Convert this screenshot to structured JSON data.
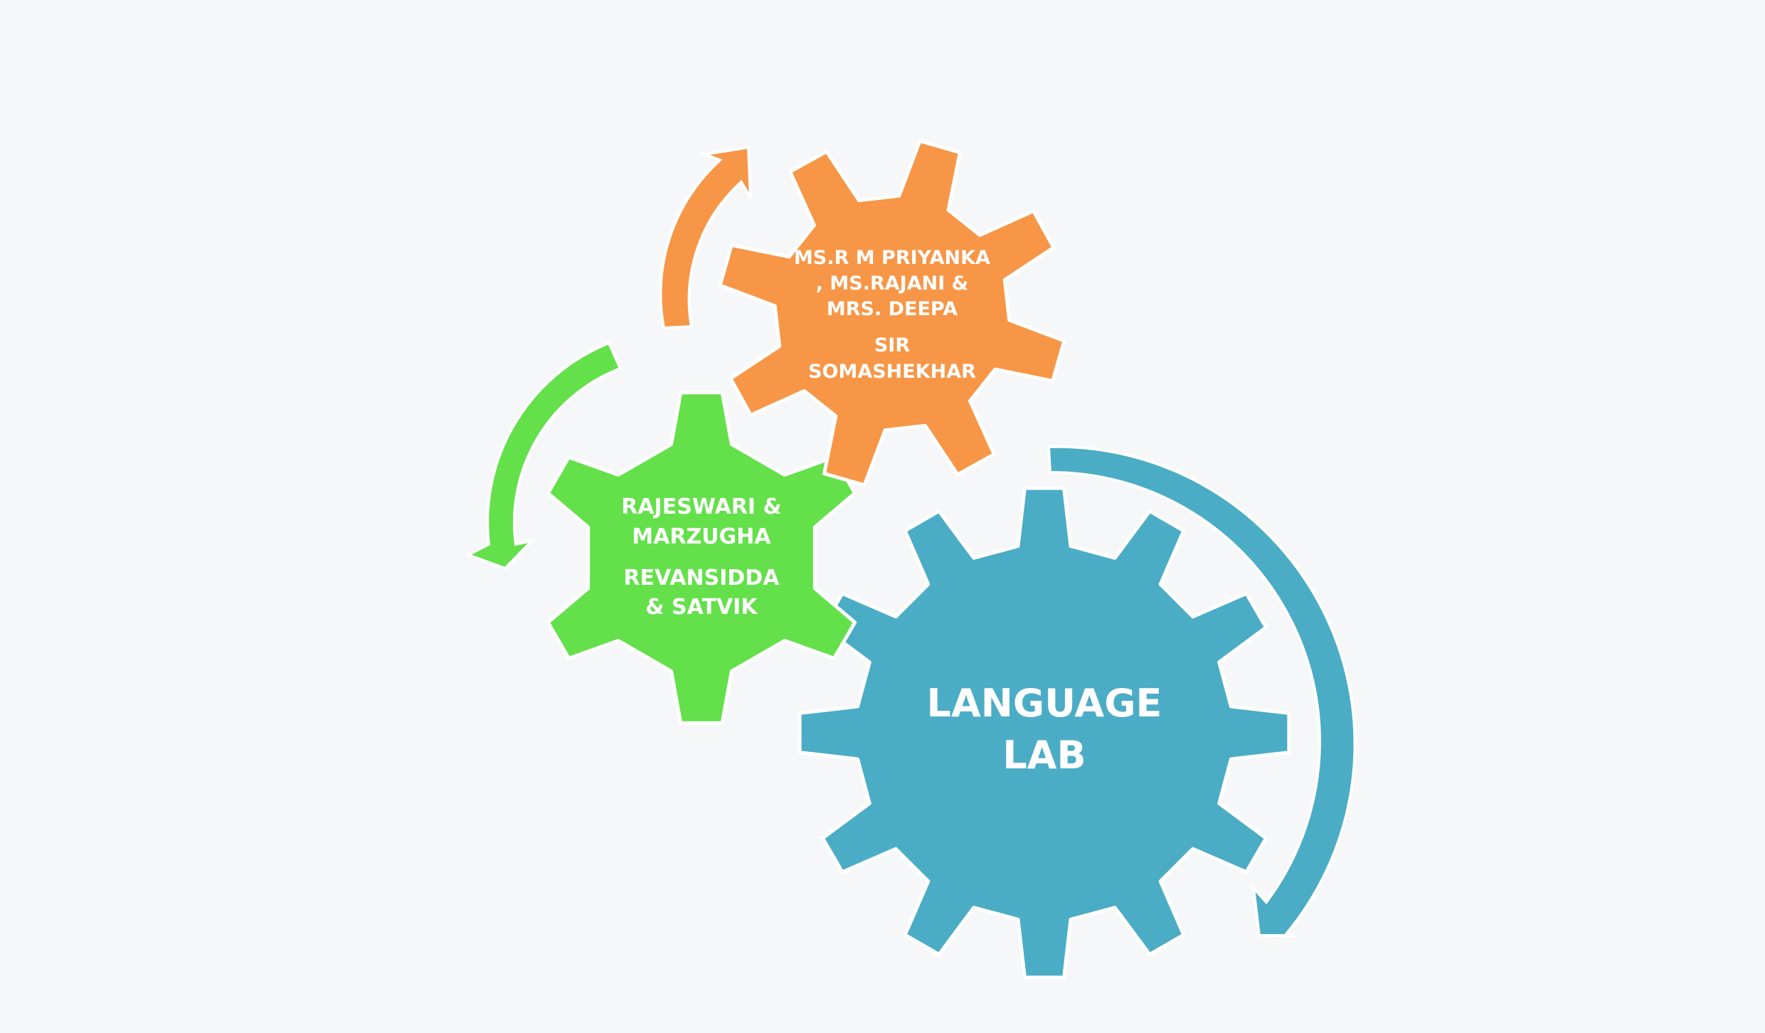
{
  "diagram": {
    "gears": [
      {
        "id": "orange",
        "color": "#f79646",
        "teeth": 8,
        "title_lines": [
          "MS.R M PRIYANKA",
          ", MS.RAJANI &",
          "MRS. DEEPA"
        ],
        "sub_lines": [
          "SIR",
          "SOMASHEKHAR"
        ]
      },
      {
        "id": "green",
        "color": "#63e04a",
        "teeth": 6,
        "title_lines": [
          "RAJESWARI &",
          "MARZUGHA"
        ],
        "sub_lines": [
          "REVANSIDDA",
          "& SATVIK"
        ]
      },
      {
        "id": "blue",
        "color": "#4bacc6",
        "teeth": 12,
        "title_lines": [
          "LANGUAGE",
          "LAB"
        ],
        "sub_lines": []
      }
    ],
    "arrows": [
      {
        "id": "orange-arrow",
        "color": "#f79646"
      },
      {
        "id": "green-arrow",
        "color": "#63e04a"
      },
      {
        "id": "blue-arrow",
        "color": "#4bacc6"
      }
    ]
  }
}
